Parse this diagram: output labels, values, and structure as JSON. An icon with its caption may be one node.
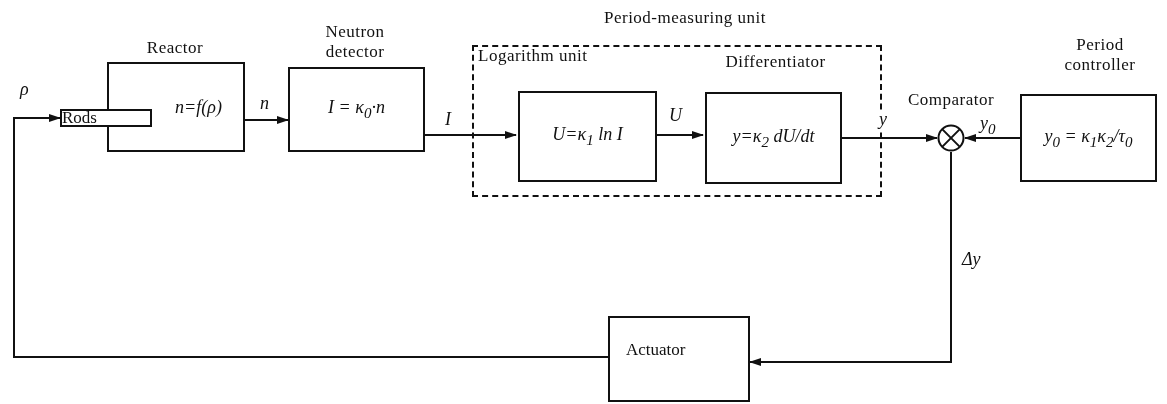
{
  "diagram": {
    "nodes": [
      {
        "text": [
          "Reactor",
          "n=f(ρ)"
        ]
      },
      {
        "text": [
          "Rods"
        ]
      },
      {
        "text": [
          "Neutron detector",
          "I = κ$_{0}$·n"
        ]
      },
      {
        "text": [
          "Period-measuring unit"
        ]
      },
      {
        "text": [
          "Logarithm unit",
          "U=κ$_{1}$ ln I"
        ],
        "in": 3
      },
      {
        "text": [
          "Differentiator",
          "y=κ$_{2}$ dU/dt"
        ],
        "in": 3
      },
      {
        "text": [
          "Comparator"
        ]
      },
      {
        "text": [
          "Period controller",
          "y$_{0}$ = κ$_{1}$κ$_{2}$/τ$_{0}$"
        ]
      },
      {
        "text": [
          "Actuator"
        ]
      }
    ],
    "edges": [
      {
        "from": 8,
        "to": 1,
        "arrow": "to",
        "label": "ρ"
      },
      {
        "from": 0,
        "to": 2,
        "arrow": "to",
        "label": "n"
      },
      {
        "from": 2,
        "to": 4,
        "arrow": "to",
        "label": "I"
      },
      {
        "from": 4,
        "to": 5,
        "arrow": "to",
        "label": "U"
      },
      {
        "from": 5,
        "to": 6,
        "arrow": "to",
        "label": "y"
      },
      {
        "from": 7,
        "to": 6,
        "arrow": "to",
        "label": "y$_{0}$"
      },
      {
        "from": 6,
        "to": 8,
        "arrow": "to",
        "label": "Δy"
      }
    ]
  }
}
